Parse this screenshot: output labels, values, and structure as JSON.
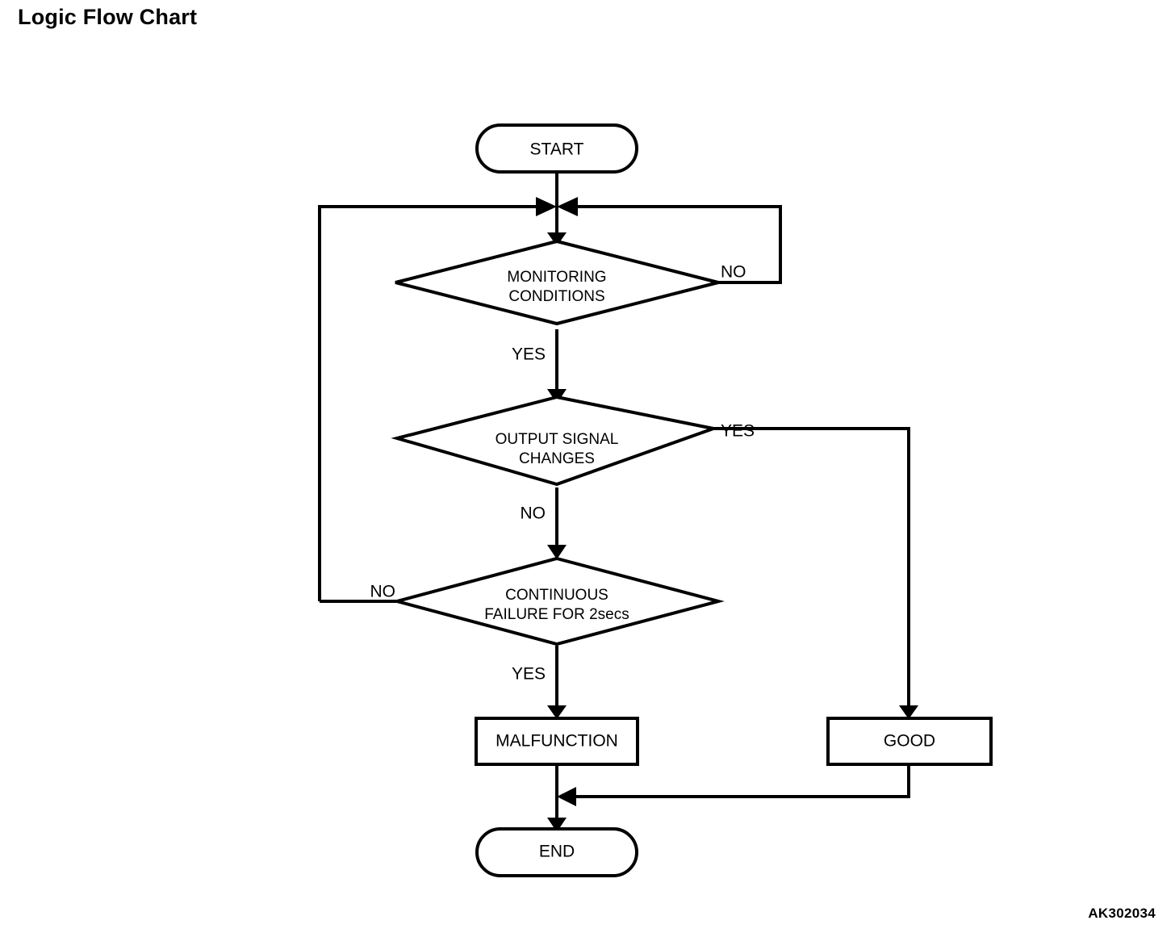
{
  "page": {
    "title": "Logic Flow Chart",
    "reference_code": "AK302034",
    "background_color": "#ffffff",
    "line_color": "#000000"
  },
  "chart_data": {
    "type": "diagram",
    "diagram_kind": "flowchart",
    "orientation": "top-to-bottom",
    "nodes": [
      {
        "id": "start",
        "shape": "stadium",
        "label": "START"
      },
      {
        "id": "monitoring",
        "shape": "diamond",
        "label_line1": "MONITORING",
        "label_line2": "CONDITIONS"
      },
      {
        "id": "output",
        "shape": "diamond",
        "label_line1": "OUTPUT SIGNAL",
        "label_line2": "CHANGES"
      },
      {
        "id": "continuous",
        "shape": "diamond",
        "label_line1": "CONTINUOUS",
        "label_line2": "FAILURE FOR 2secs"
      },
      {
        "id": "malfunction",
        "shape": "rectangle",
        "label": "MALFUNCTION"
      },
      {
        "id": "good",
        "shape": "rectangle",
        "label": "GOOD"
      },
      {
        "id": "end",
        "shape": "stadium",
        "label": "END"
      }
    ],
    "edges": [
      {
        "from": "start",
        "to": "monitoring",
        "label": ""
      },
      {
        "from": "monitoring",
        "to": "output",
        "label": "YES"
      },
      {
        "from": "monitoring",
        "to": "start-join",
        "label": "NO"
      },
      {
        "from": "output",
        "to": "continuous",
        "label": "NO"
      },
      {
        "from": "output",
        "to": "good",
        "label": "YES"
      },
      {
        "from": "continuous",
        "to": "malfunction",
        "label": "YES"
      },
      {
        "from": "continuous",
        "to": "start-join",
        "label": "NO"
      },
      {
        "from": "malfunction",
        "to": "end",
        "label": ""
      },
      {
        "from": "good",
        "to": "end",
        "label": ""
      }
    ],
    "edge_labels": {
      "monitoring_no": "NO",
      "monitoring_yes": "YES",
      "output_yes": "YES",
      "output_no": "NO",
      "continuous_no": "NO",
      "continuous_yes": "YES"
    }
  }
}
